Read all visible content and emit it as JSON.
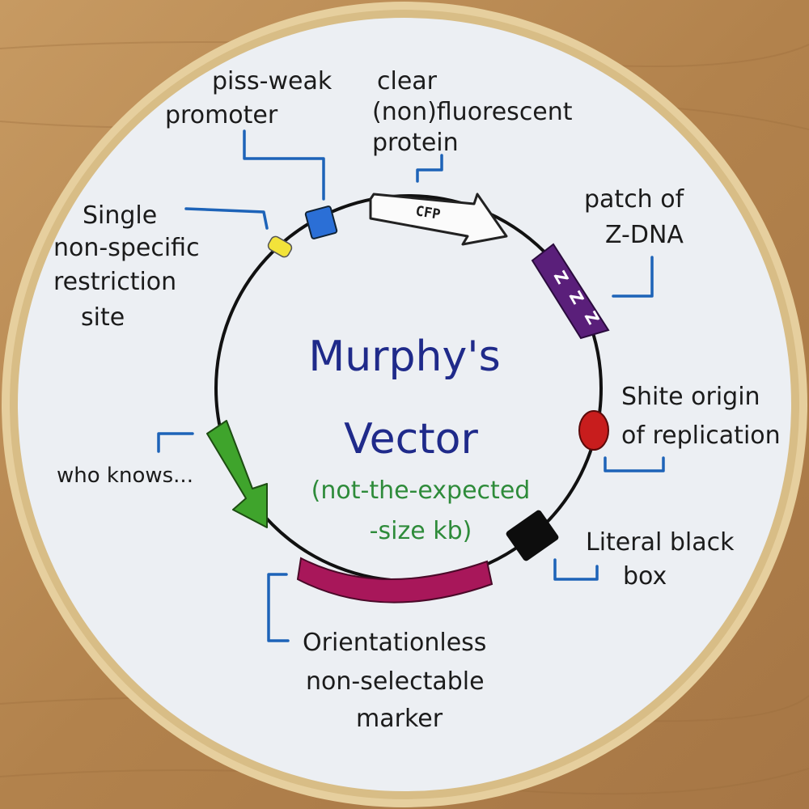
{
  "title": {
    "line1": "Murphy's",
    "line2": "Vector",
    "sub1": "(not-the-expected",
    "sub2": "-size kb)"
  },
  "features": {
    "cfp_text": "CFP",
    "zdna_text": "Z",
    "promoter": [
      "piss-weak",
      "promoter"
    ],
    "fluorescent": [
      "clear",
      "(non)fluorescent",
      "protein"
    ],
    "zdna": [
      "patch of",
      "Z-DNA"
    ],
    "restriction": [
      "Single",
      "non-specific",
      "restriction",
      "site"
    ],
    "origin": [
      "Shite origin",
      "of replication"
    ],
    "who_knows": "who knows...",
    "black_box": [
      "Literal black",
      "box"
    ],
    "marker": [
      "Orientationless",
      "non-selectable",
      "marker"
    ]
  },
  "colors": {
    "wood": "#b98a52",
    "hoop": "#e9d3a4",
    "fabric": "#eceff3",
    "thread": "#111111",
    "leader": "#1d63b8",
    "title": "#1f2a8a",
    "subtitle": "#2e8b3a",
    "promoter": "#2b6fd6",
    "restriction": "#f2e33a",
    "zdna": "#5a1f7a",
    "origin": "#c81d1d",
    "black_box": "#0d0d0d",
    "who_knows_arrow": "#3fa42c",
    "marker": "#a8175a"
  }
}
